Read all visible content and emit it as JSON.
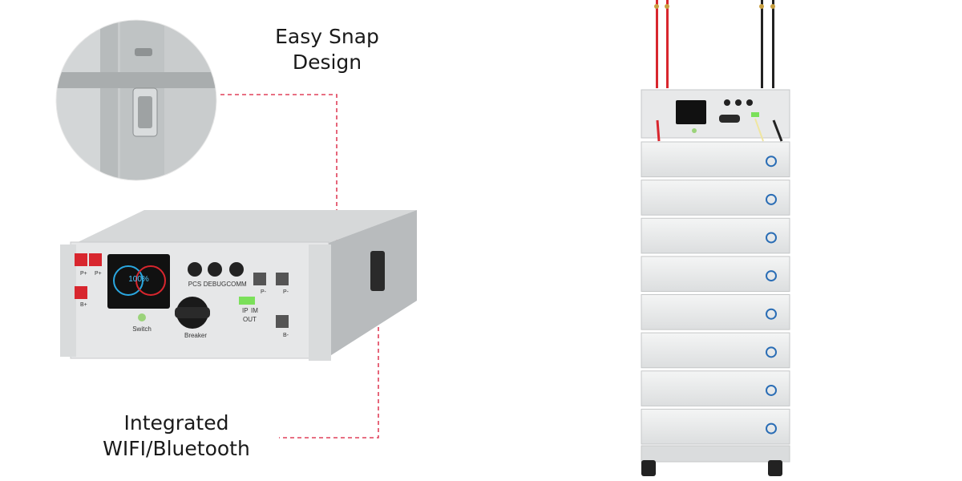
{
  "callouts": {
    "snap": {
      "line1": "Easy Snap",
      "line2": "Design"
    },
    "wifi": {
      "line1": "Integrated",
      "line2": "WIFI/Bluetooth"
    }
  },
  "panel_labels": {
    "p_plus": "P+",
    "b_plus": "B+",
    "p_minus": "P-",
    "b_minus": "B-",
    "pcs": "PCS",
    "debug": "DEBUG",
    "comm": "COMM",
    "ip": "IP",
    "im": "IM",
    "out": "OUT",
    "switch": "Switch",
    "breaker": "Breaker",
    "soc": "100%"
  },
  "colors": {
    "callout_line": "#e0405a",
    "terminal_red": "#d8262e",
    "led_green": "#7be05a",
    "panel": "#e6e7e8"
  },
  "stack": {
    "module_count": 8
  }
}
